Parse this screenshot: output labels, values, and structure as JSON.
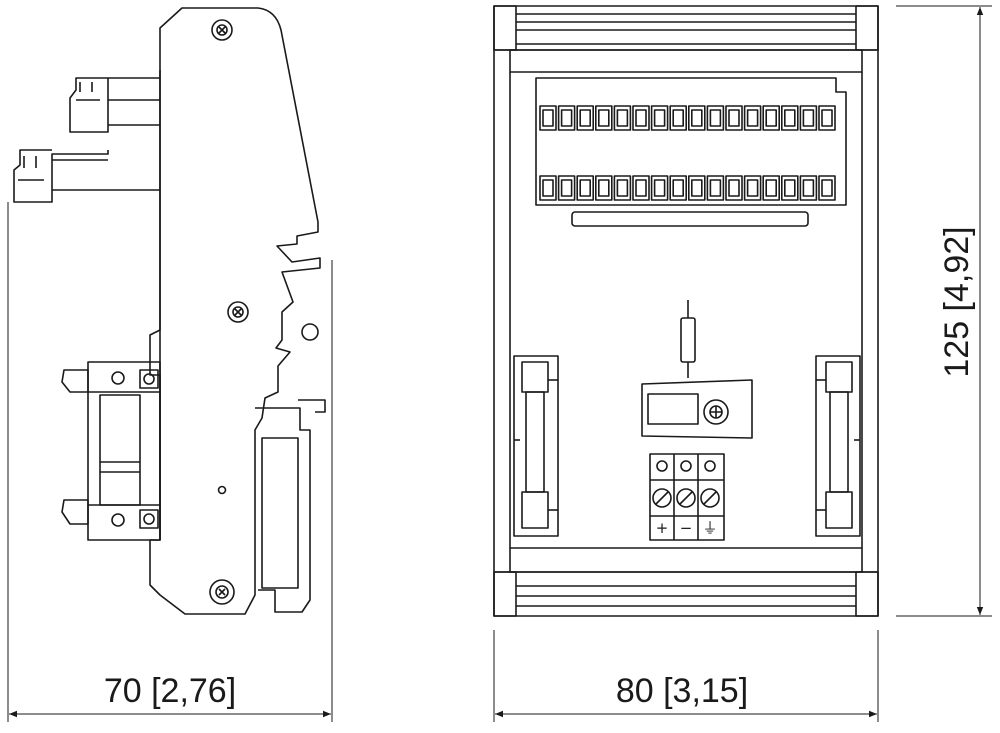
{
  "dimensions": {
    "width_side": "70 [2,76]",
    "width_front": "80 [3,15]",
    "height_front": "125 [4,92]"
  },
  "front_view": {
    "terminal_symbols": [
      "+",
      "−",
      "⏚"
    ]
  },
  "colors": {
    "line": "#1a1a1a",
    "background": "#ffffff"
  }
}
